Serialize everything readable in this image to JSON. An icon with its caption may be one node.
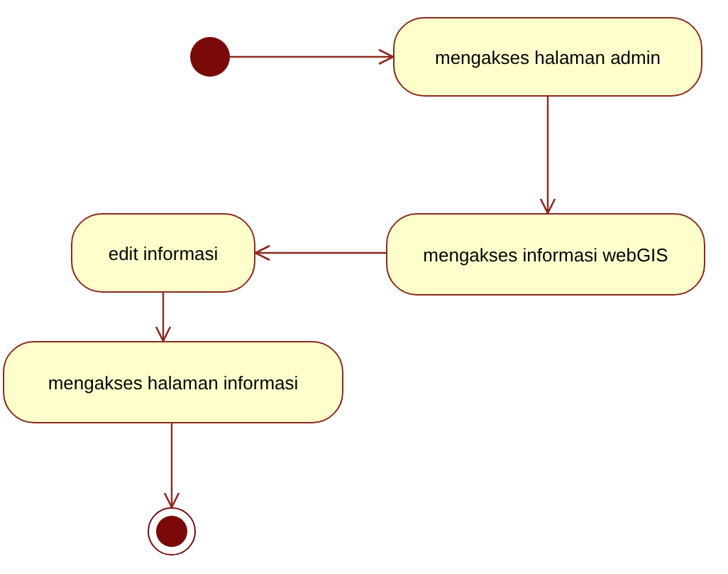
{
  "diagram": {
    "nodes": [
      {
        "text": [],
        "shape": "circle"
      },
      {
        "text": [
          "mengakses halaman admin"
        ]
      },
      {
        "text": [
          "mengakses informasi webGIS"
        ]
      },
      {
        "text": [
          "edit informasi"
        ]
      },
      {
        "text": [
          "mengakses halaman informasi"
        ]
      },
      {
        "text": [],
        "shape": "circle"
      }
    ],
    "edges": [
      {
        "from": 0,
        "to": 1,
        "arrow": "to"
      },
      {
        "from": 1,
        "to": 2,
        "arrow": "to"
      },
      {
        "from": 2,
        "to": 3,
        "arrow": "to"
      },
      {
        "from": 3,
        "to": 4,
        "arrow": "to"
      },
      {
        "from": 4,
        "to": 5,
        "arrow": "to"
      }
    ]
  }
}
